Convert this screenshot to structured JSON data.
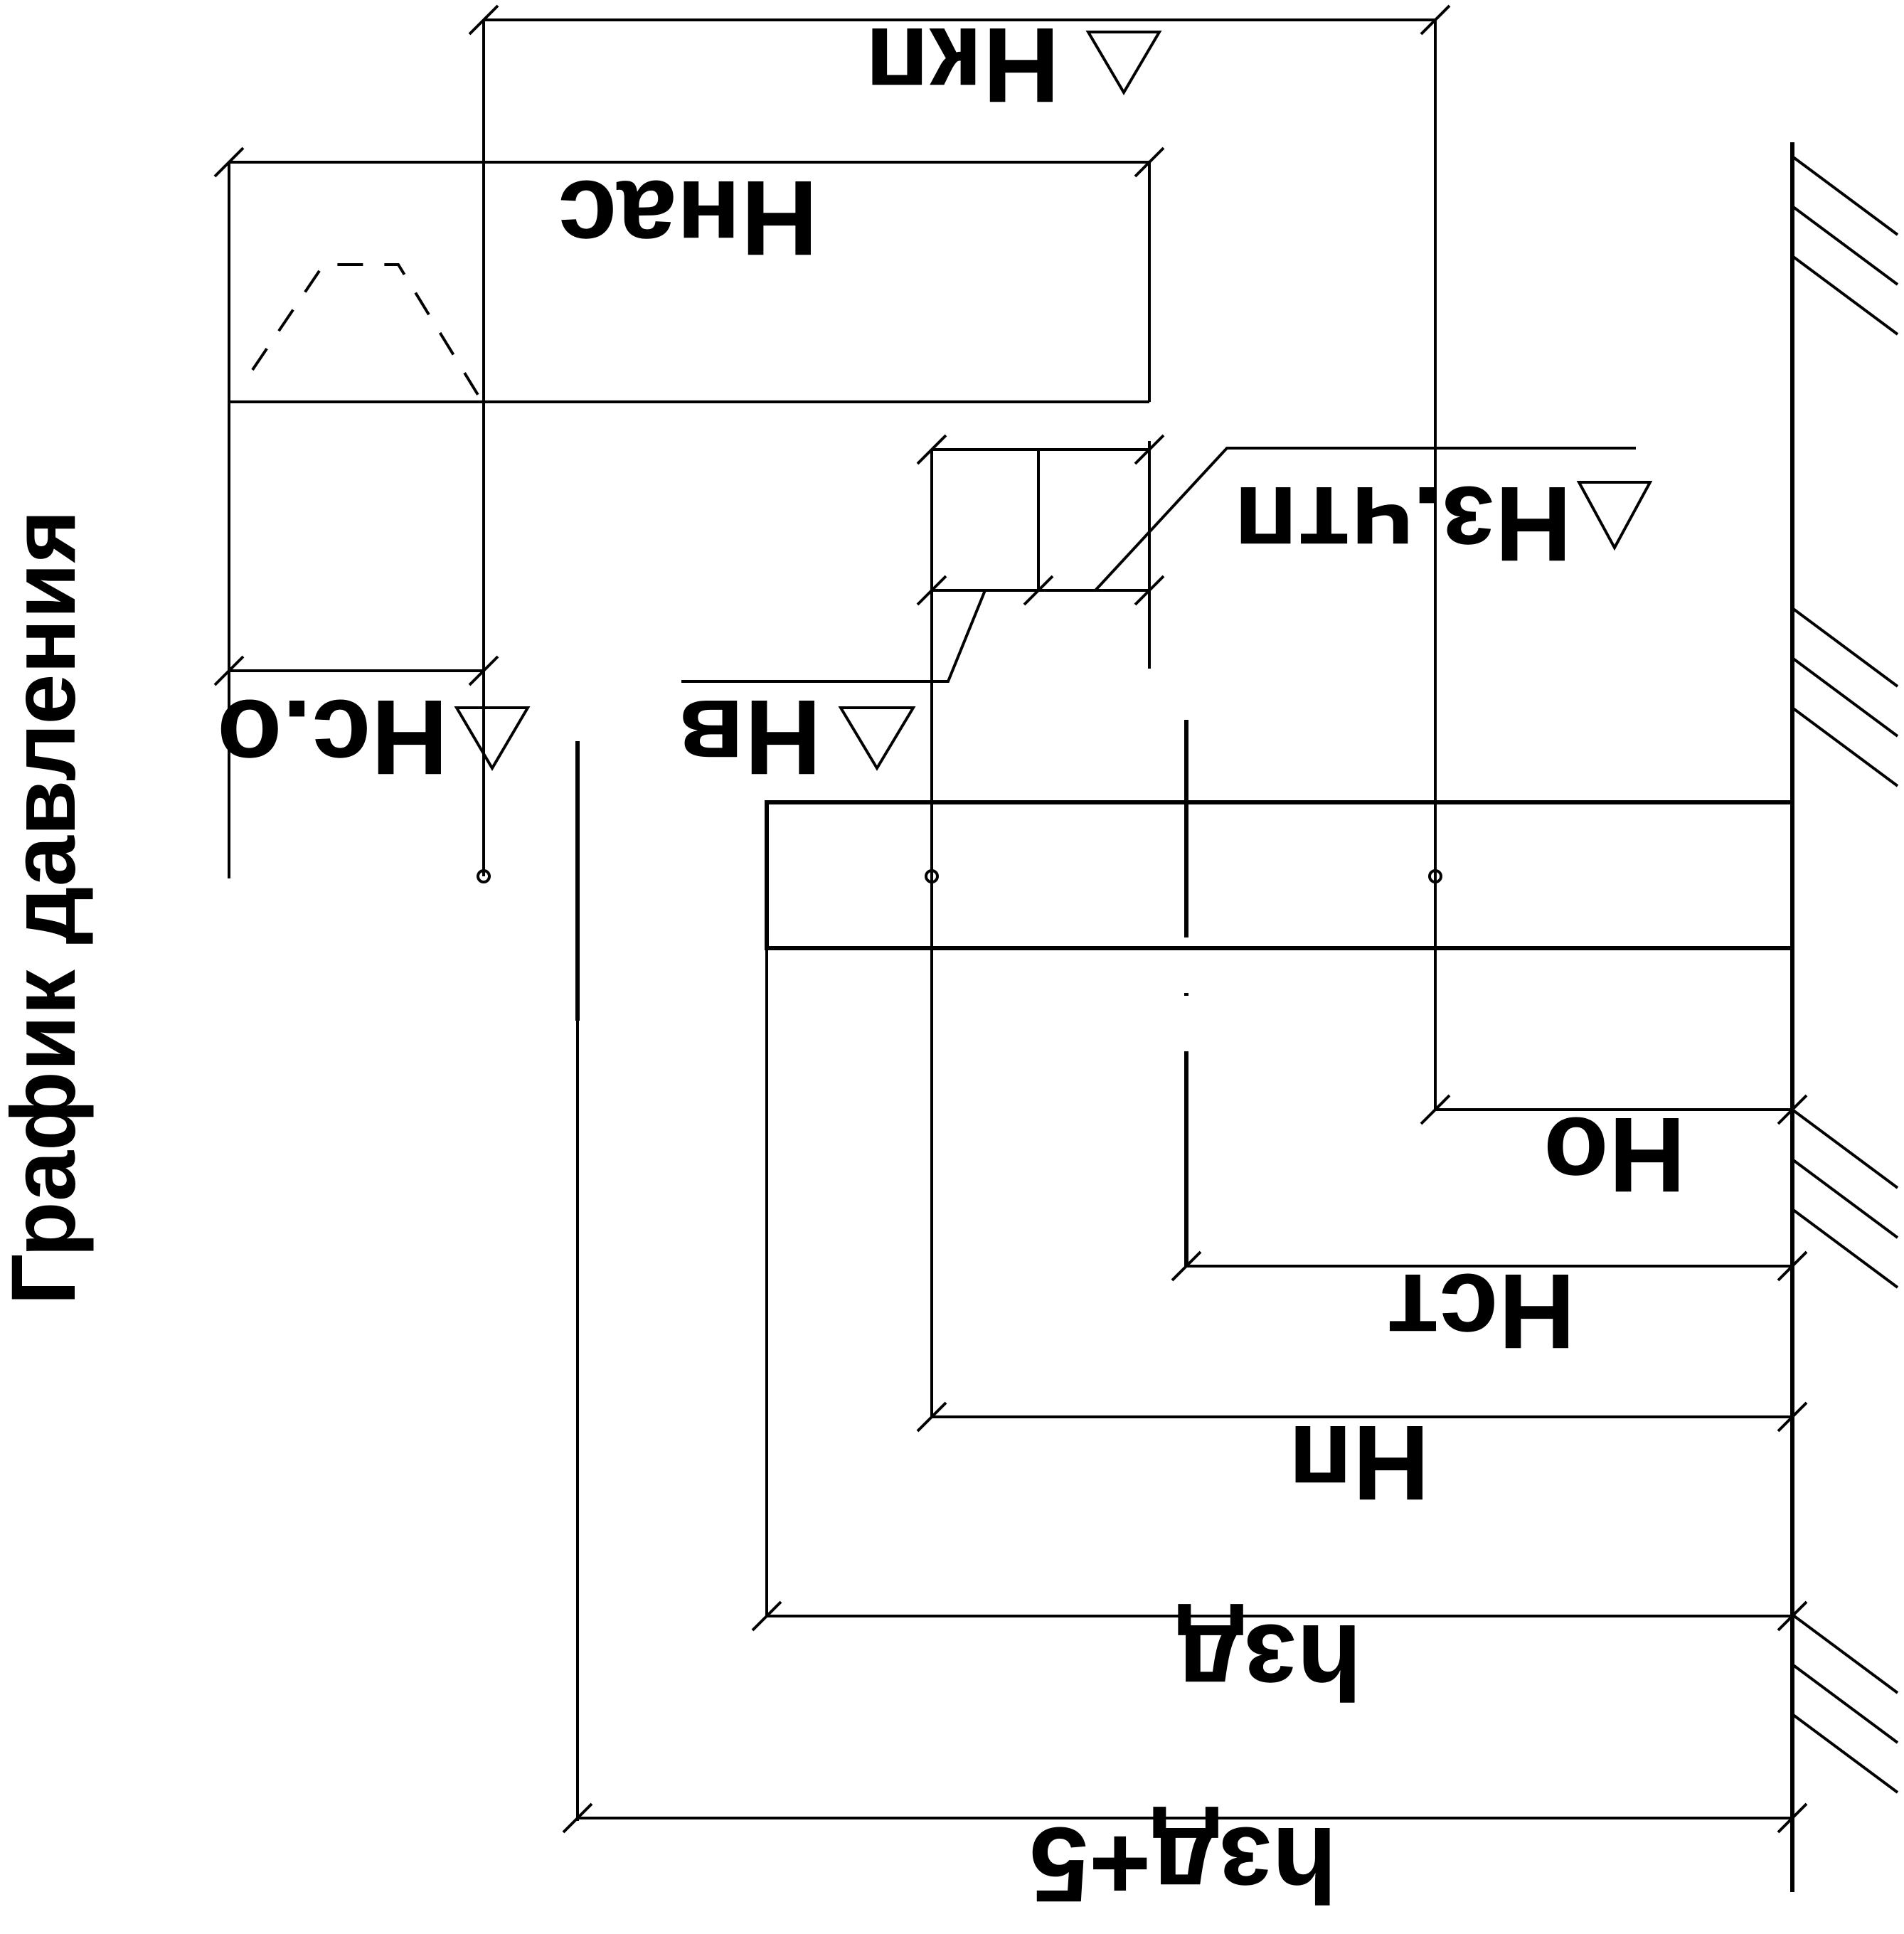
{
  "title": "График давления",
  "labels": {
    "hkp": "Нкп",
    "hnas": "Ннас",
    "hzchp": "Нз.чтп",
    "hso": "Нс.о",
    "hv": "Нв",
    "ho": "Но",
    "hst": "Нст",
    "hp": "Нп",
    "hzd": "hзд",
    "hzd5": "hзд+5"
  },
  "colors": {
    "line": "#000000",
    "background": "#ffffff"
  }
}
